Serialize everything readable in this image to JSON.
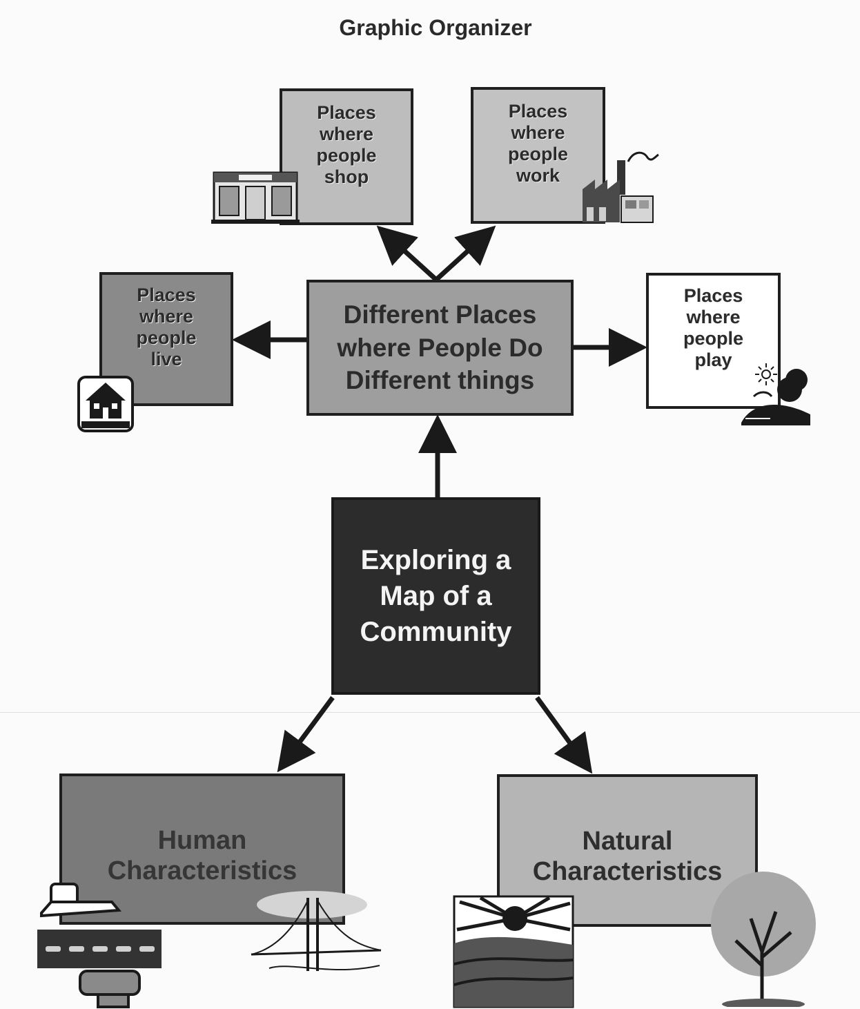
{
  "title": "Graphic Organizer",
  "nodes": {
    "shop": [
      "Places",
      "where",
      "people",
      "shop"
    ],
    "work": [
      "Places",
      "where",
      "people",
      "work"
    ],
    "live": [
      "Places",
      "where",
      "people",
      "live"
    ],
    "play": [
      "Places",
      "where",
      "people",
      "play"
    ],
    "places": [
      "Different Places",
      "where People Do",
      "Different things"
    ],
    "center": [
      "Exploring a",
      "Map of a",
      "Community"
    ],
    "human": [
      "Human",
      "Characteristics"
    ],
    "natural": [
      "Natural",
      "Characteristics"
    ]
  },
  "icons": {
    "shop": "storefront-icon",
    "work": "factory-icon",
    "live": "house-icon",
    "play": "park-icon",
    "human_road": "road-vehicles-icon",
    "human_bridge": "bridge-icon",
    "natural_landscape": "sunrise-hills-icon",
    "natural_tree": "tree-icon"
  }
}
